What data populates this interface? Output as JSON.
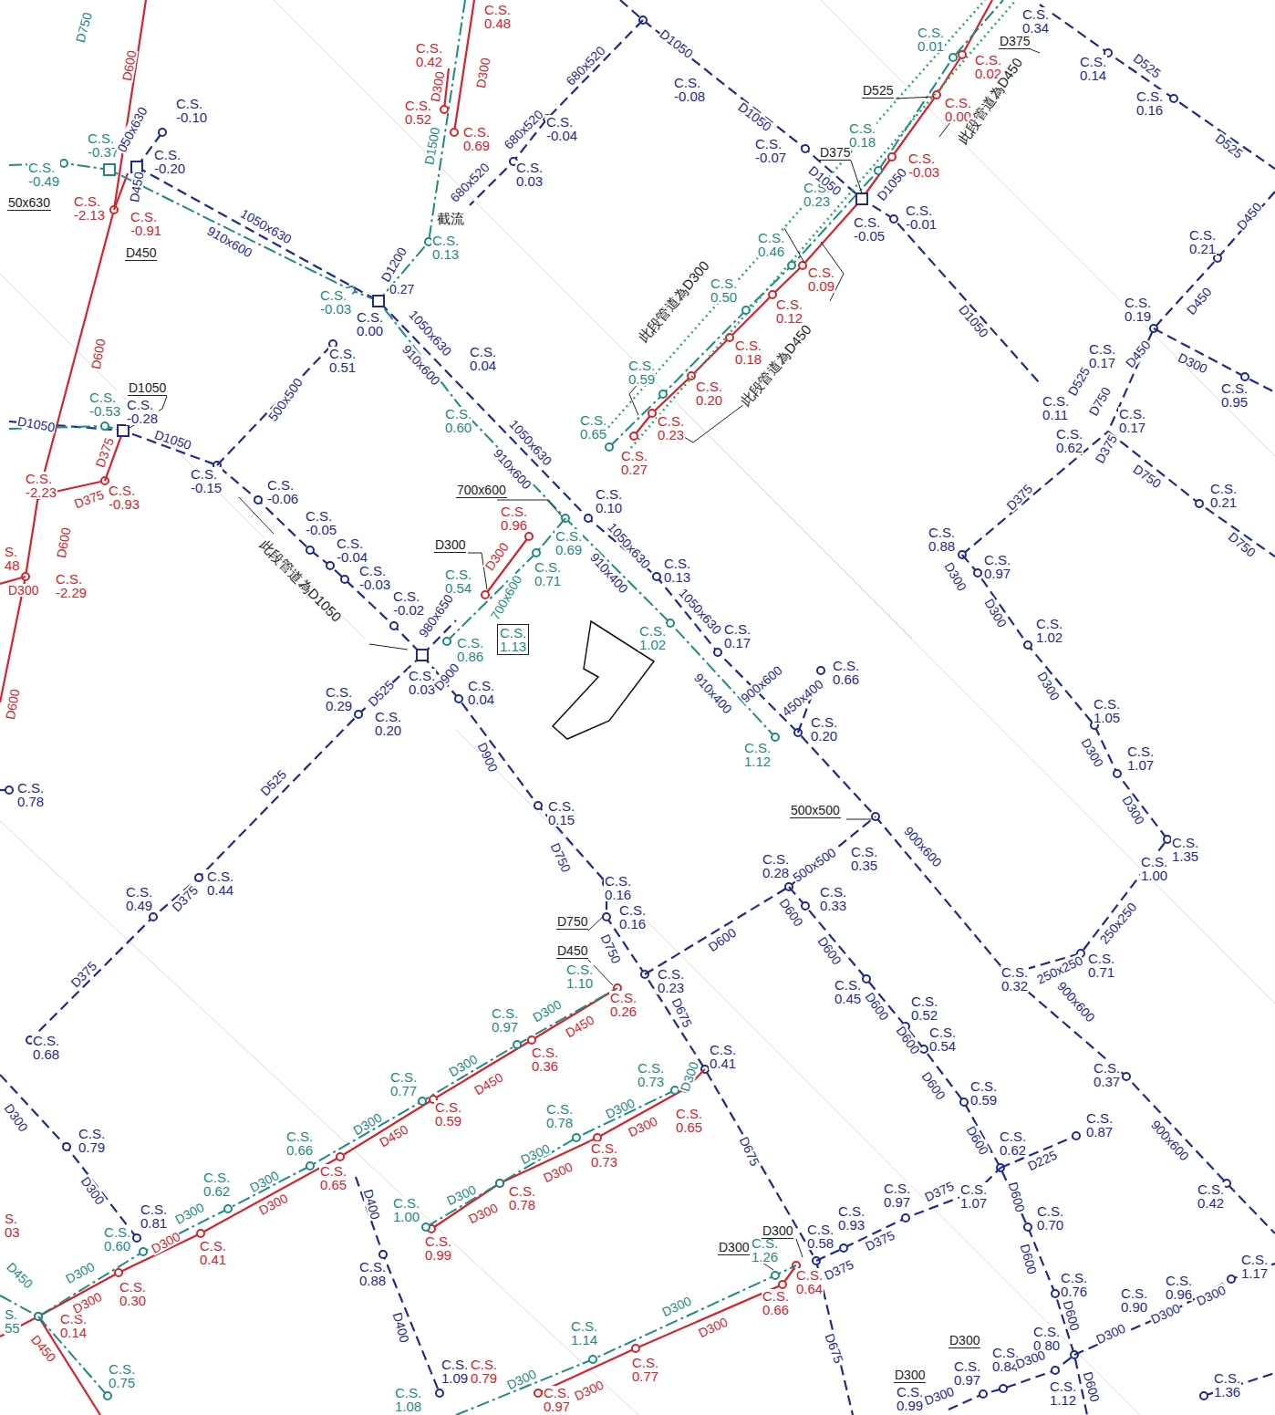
{
  "diagram": {
    "labels": [
      "C.S. -0.10",
      "C.S. -0.20",
      "C.S. 0.00",
      "0.27",
      "C.S. 0.51",
      "C.S. 0.04",
      "C.S. -0.28",
      "C.S. -0.15",
      "C.S. -0.06",
      "C.S. -0.05",
      "C.S. -0.04",
      "C.S. -0.03",
      "C.S. -0.02",
      "C.S. 0.03",
      "C.S. 0.04",
      "C.S. 0.29",
      "C.S. 0.20",
      "C.S. 0.10",
      "C.S. 0.13",
      "C.S. 0.17",
      "C.S. 0.66",
      "C.S. 0.20",
      "C.S. 0.78",
      "C.S. 0.15",
      "C.S. 0.44",
      "C.S. 0.49",
      "C.S. 0.16",
      "C.S. 0.16",
      "C.S. 0.23",
      "C.S. 0.28",
      "C.S. 0.35",
      "C.S. 0.33",
      "C.S. 0.45",
      "C.S. 0.52",
      "C.S. 0.54",
      "C.S. 0.59",
      "C.S. 0.62",
      "C.S. 0.87",
      "C.S. 0.97",
      "C.S. 1.07",
      "C.S. 0.70",
      "C.S. 0.58",
      "C.S. 0.93",
      "C.S. 0.76",
      "C.S. 0.90",
      "C.S. 0.96",
      "C.S. 1.17",
      "C.S. 0.80",
      "C.S. 0.84",
      "C.S. 0.97",
      "C.S. 0.99",
      "C.S. 1.12",
      "C.S. 1.36",
      "C.S. 0.41",
      "C.S. 0.88",
      "C.S. 1.09",
      "C.S. 0.79",
      "C.S. 0.81",
      "C.S. 0.68",
      "C.S. 0.37",
      "C.S. 0.42",
      "C.S. 0.32",
      "C.S. 0.71",
      "C.S. 1.35",
      "C.S. 1.00",
      "C.S. 1.07",
      "C.S. 1.05",
      "C.S. 1.02",
      "C.S. 0.97",
      "C.S. 0.88",
      "C.S. 0.21",
      "C.S. 0.62",
      "C.S. 0.11",
      "C.S. 0.17",
      "C.S. 0.17",
      "C.S. 0.19",
      "C.S. 0.21",
      "C.S. 0.95",
      "C.S. 0.14",
      "C.S. 0.16",
      "C.S. 0.34",
      "C.S. -0.01",
      "C.S. -0.05",
      "C.S. -0.07",
      "C.S. -0.08",
      "C.S. -0.04",
      "C.S. 0.03",
      "C.S. 0.48",
      "C.S. 0.42",
      "C.S. 0.52",
      "C.S. 0.69",
      "C.S. -2.13",
      "C.S. -0.91",
      "C.S. -2.23",
      "C.S. -0.93",
      "C.S. -2.29",
      "S. 48",
      "C.S. 0.02",
      "C.S. 0.00",
      "C.S. -0.03",
      "C.S. 0.09",
      "C.S. 0.12",
      "C.S. 0.18",
      "C.S. 0.20",
      "C.S. 0.23",
      "C.S. 0.27",
      "C.S. 0.96",
      "C.S. 0.26",
      "C.S. 0.36",
      "C.S. 0.59",
      "C.S. 0.65",
      "C.S. 0.41",
      "C.S. 0.30",
      "C.S. 0.14",
      "C.S. 0.65",
      "C.S. 0.73",
      "C.S. 0.78",
      "C.S. 0.99",
      "C.S. 0.64",
      "C.S. 0.66",
      "C.S. 0.77",
      "C.S. 0.97",
      "C.S. 0.79",
      "S. 03",
      "C.S. -0.49",
      "C.S. -0.37",
      "C.S. -0.03",
      "C.S. 0.13",
      "C.S. -0.53",
      "C.S. 0.60",
      "C.S. 0.69",
      "C.S. 0.54",
      "C.S. 0.71",
      "C.S. 0.86",
      "C.S. 1.13",
      "C.S. 1.02",
      "C.S. 1.12",
      "C.S. 0.01",
      "C.S. 0.18",
      "C.S. 0.23",
      "C.S. 0.46",
      "C.S. 0.50",
      "C.S. 0.59",
      "C.S. 0.65",
      "C.S. 1.10",
      "C.S. 0.97",
      "C.S. 0.77",
      "C.S. 0.66",
      "C.S. 0.62",
      "C.S. 0.60",
      "C.S. 0.73",
      "C.S. 0.78",
      "C.S. 1.00",
      "C.S. 1.26",
      "C.S. 1.14",
      "C.S. 0.75",
      "C.S. 1.08",
      "S. 55",
      "D750",
      "D600",
      "D300",
      "D300",
      "D1500",
      "680x520",
      "680x520",
      "680x520",
      "截流",
      "050x630",
      "D450",
      "D450",
      "50x630",
      "1050x630",
      "910x600",
      "D1200",
      "1050x630",
      "910x600",
      "1050x630",
      "910x600",
      "1050x630",
      "910x400",
      "1050x630",
      "910x400",
      "900x600",
      "450x400",
      "900x600",
      "900x600",
      "900x600",
      "D600",
      "D600",
      "D600",
      "D1050",
      "D1050",
      "D1050",
      "D375",
      "D375",
      "D300",
      "500x500",
      "此段管道為D1050",
      "700x600",
      "D300",
      "D300",
      "980x650",
      "700x600",
      "D900",
      "D525",
      "D525",
      "D375",
      "D375",
      "D900",
      "D750",
      "D750",
      "D750",
      "D450",
      "D600",
      "500x500",
      "500x500",
      "D675",
      "D675",
      "D675",
      "D600",
      "D600",
      "D600",
      "D600",
      "D600",
      "D600",
      "D600",
      "D600",
      "D600",
      "D600",
      "D375",
      "D375",
      "D375",
      "D225",
      "D300",
      "D300",
      "D300",
      "D300",
      "D300",
      "D300",
      "D300",
      "D300",
      "D300",
      "D400",
      "D400",
      "D300",
      "D300",
      "D300",
      "D300",
      "D300",
      "D300",
      "D300",
      "D300",
      "D300",
      "D300",
      "D300",
      "D300",
      "D300",
      "D300",
      "D450",
      "D300",
      "D450",
      "D300",
      "D450",
      "D300",
      "D300",
      "D300",
      "D300",
      "D300",
      "D300",
      "D450",
      "D450",
      "D375",
      "D300",
      "D300",
      "D300",
      "D300",
      "D300",
      "250x250",
      "250x250",
      "D525",
      "D750",
      "D375",
      "D750",
      "D750",
      "D450",
      "D450",
      "D450",
      "D300",
      "D1050",
      "D1050",
      "D1050",
      "D1050",
      "D1050",
      "D375",
      "D375",
      "D525",
      "D525",
      "D525",
      "此段管道為D450",
      "此段管道為D300",
      "此段管道為D450"
    ]
  }
}
